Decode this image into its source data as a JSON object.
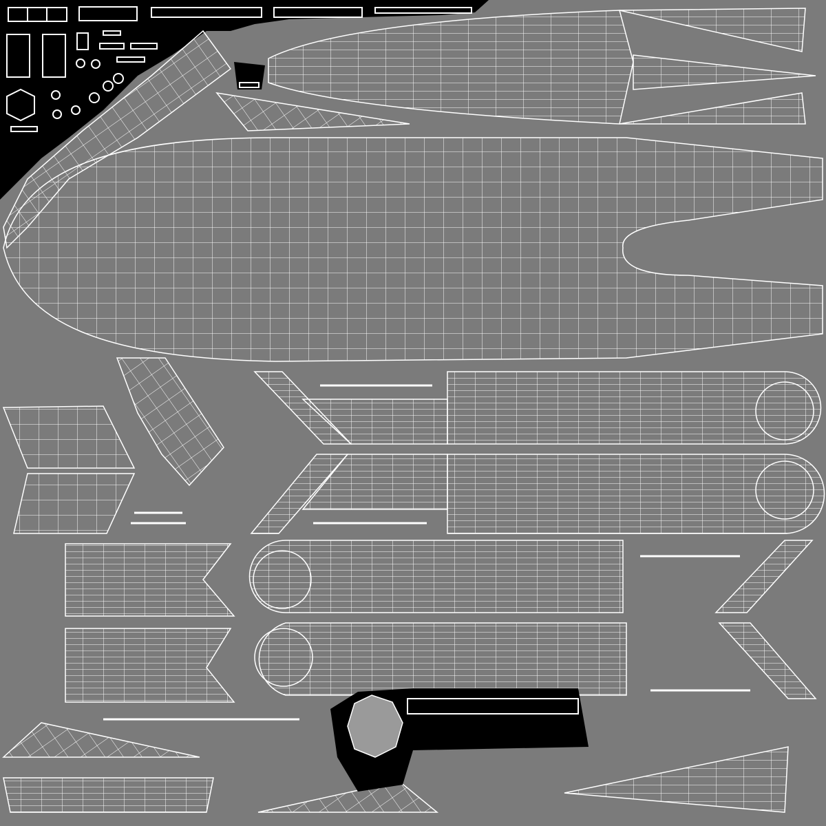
{
  "colors": {
    "background": "#7b7b7b",
    "wire": "#ffffff",
    "island_mask": "#000000",
    "soft_fill": "#9a9a9a"
  },
  "shapes": [
    {
      "name": "fuselage-island",
      "kind": "grid"
    },
    {
      "name": "upper-arm-island",
      "kind": "grid"
    },
    {
      "name": "lower-arm-island",
      "kind": "grid"
    },
    {
      "name": "top-lens-island",
      "kind": "grid"
    },
    {
      "name": "top-right-fin-a",
      "kind": "grid"
    },
    {
      "name": "top-right-fin-b",
      "kind": "grid"
    },
    {
      "name": "top-right-fin-c",
      "kind": "grid"
    },
    {
      "name": "top-left-wedge",
      "kind": "grid"
    },
    {
      "name": "panel-rounded-1",
      "kind": "grid"
    },
    {
      "name": "panel-rounded-2",
      "kind": "grid"
    },
    {
      "name": "panel-rounded-3",
      "kind": "grid"
    },
    {
      "name": "panel-rounded-4",
      "kind": "grid"
    },
    {
      "name": "chevron-panel-1",
      "kind": "grid"
    },
    {
      "name": "chevron-panel-2",
      "kind": "grid"
    },
    {
      "name": "parallelogram-1",
      "kind": "grid"
    },
    {
      "name": "parallelogram-2",
      "kind": "grid"
    },
    {
      "name": "bottom-triangle-left",
      "kind": "grid"
    },
    {
      "name": "bottom-triangle-mid",
      "kind": "grid"
    },
    {
      "name": "bottom-triangle-right",
      "kind": "grid"
    }
  ]
}
